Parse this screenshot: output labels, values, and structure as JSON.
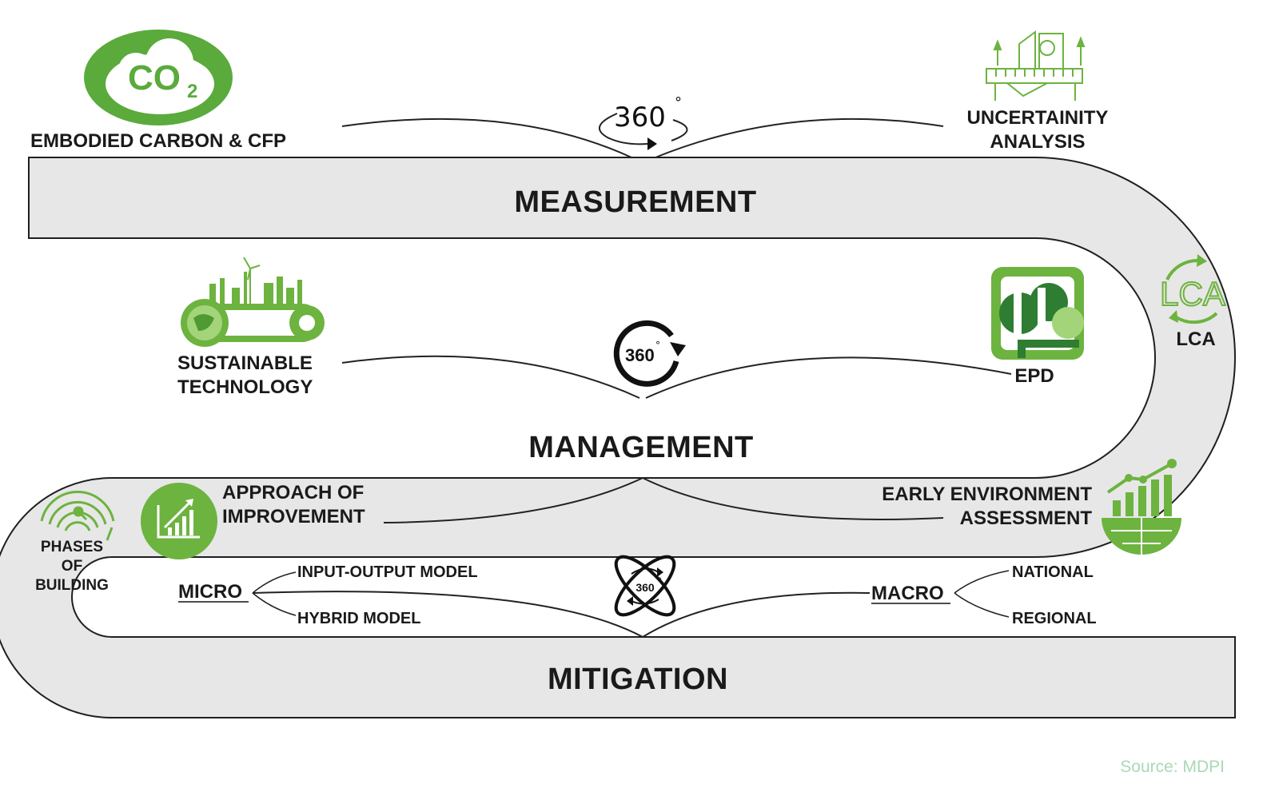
{
  "bands": {
    "measurement": "MEASUREMENT",
    "management": "MANAGEMENT",
    "mitigation": "MITIGATION"
  },
  "topics": {
    "co2_icon_text": "CO",
    "co2_subscript": "2",
    "embodied_carbon": "EMBODIED CARBON & CFP",
    "uncertainty_line1": "UNCERTAINITY",
    "uncertainty_line2": "ANALYSIS",
    "sustainable_line1": "SUSTAINABLE",
    "sustainable_line2": "TECHNOLOGY",
    "epd": "EPD",
    "lca_icon_text": "LCA",
    "lca": "LCA",
    "approach_line1": "APPROACH OF",
    "approach_line2": "IMPROVEMENT",
    "early_line1": "EARLY ENVIRONMENT",
    "early_line2": "ASSESSMENT",
    "phases_line1": "PHASES",
    "phases_line2": "OF",
    "phases_line3": "BUILDING"
  },
  "models": {
    "micro": "MICRO",
    "input_output": "INPUT-OUTPUT MODEL",
    "hybrid": "HYBRID MODEL",
    "macro": "MACRO",
    "national": "NATIONAL",
    "regional": "REGIONAL"
  },
  "degrees": {
    "top": "360",
    "middle": "360",
    "bottom": "360",
    "degree_mark": "°"
  },
  "source": "Source: MDPI",
  "colors": {
    "green_primary": "#5aaa3c",
    "green_light": "#8cc63f",
    "green_dark": "#2e7d32",
    "road_fill": "#e7e7e7",
    "source_text": "#a9d9b5"
  },
  "icons": [
    "co2-cloud-icon",
    "uncertainty-analysis-icon",
    "sustainable-technology-icon",
    "epd-icon",
    "lca-recycle-icon",
    "approach-improvement-icon",
    "early-assessment-globe-icon",
    "phases-building-icon",
    "rotation-360-icon",
    "cycle-360-icon",
    "atom-360-icon"
  ]
}
